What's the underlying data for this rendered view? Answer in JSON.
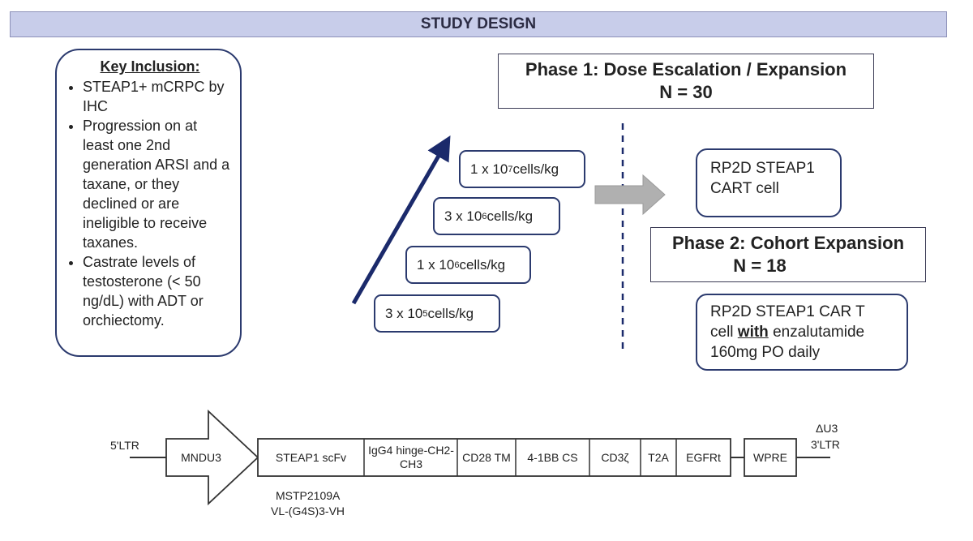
{
  "header": {
    "title": "STUDY DESIGN"
  },
  "inclusion": {
    "title": "Key Inclusion:",
    "items": [
      "STEAP1+ mCRPC by IHC",
      "Progression on at least one 2nd generation ARSI and a taxane, or they declined or are ineligible to receive taxanes.",
      "Castrate levels of testosterone (< 50 ng/dL) with ADT or orchiectomy."
    ]
  },
  "doses": [
    {
      "mantissa": "1 x 10",
      "exponent": "7",
      "unit": " cells/kg"
    },
    {
      "mantissa": "3 x 10",
      "exponent": "6",
      "unit": " cells/kg"
    },
    {
      "mantissa": "1 x 10",
      "exponent": "6",
      "unit": " cells/kg"
    },
    {
      "mantissa": "3 x 10",
      "exponent": "5",
      "unit": " cells/kg"
    }
  ],
  "phase1": {
    "line1": "Phase 1: Dose Escalation / Expansion",
    "line2": "N = 30"
  },
  "rp2d_cart": {
    "line1": "RP2D STEAP1",
    "line2": "CART cell"
  },
  "phase2": {
    "line1": "Phase 2: Cohort Expansion",
    "line2": "N = 18"
  },
  "rp2d_combo": {
    "line1": "RP2D STEAP1 CAR T",
    "pre": "cell ",
    "emph": "with",
    "post": " enzalutamide",
    "line3": "160mg PO daily"
  },
  "construct": {
    "left_ltr": "5'LTR",
    "promoter": "MNDU3",
    "segments": [
      "STEAP1 scFv",
      "IgG4 hinge-CH2-CH3",
      "CD28 TM",
      "4-1BB CS",
      "CD3ζ",
      "T2A",
      "EGFRt"
    ],
    "wpre": "WPRE",
    "right_ltr_1": "ΔU3",
    "right_ltr_2": "3'LTR",
    "scfv_note_1": "MSTP2109A",
    "scfv_note_2": "VL-(G4S)3-VH"
  },
  "colors": {
    "navy": "#1b2a6b",
    "border": "#2b3a6e",
    "title_bg": "#c8cdea",
    "arrow_gray": "#b0b0b0"
  }
}
